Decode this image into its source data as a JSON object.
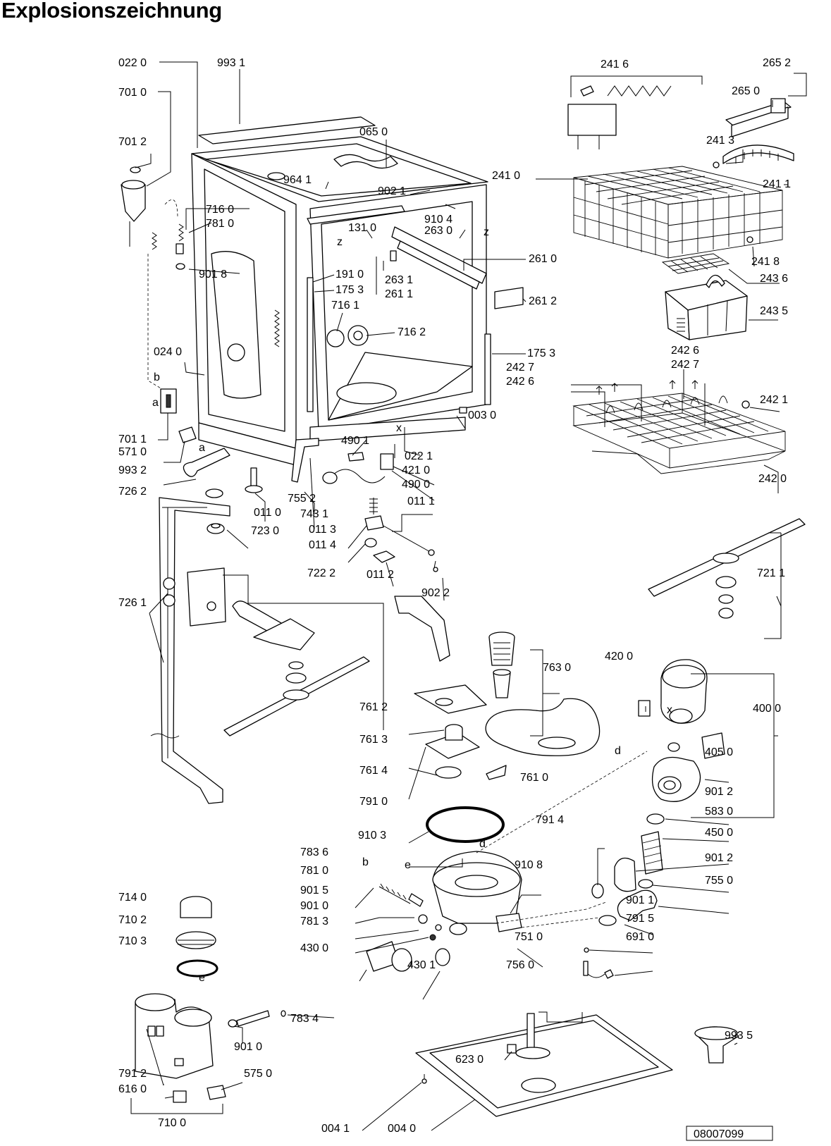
{
  "title": "Explosionszeichnung",
  "doc_number": "08007099",
  "parts": [
    {
      "id": "p1",
      "label": "022 0"
    },
    {
      "id": "p2",
      "label": "993 1"
    },
    {
      "id": "p3",
      "label": "701 0"
    },
    {
      "id": "p4",
      "label": "701 2"
    },
    {
      "id": "p5",
      "label": "065 0"
    },
    {
      "id": "p6",
      "label": "964 1"
    },
    {
      "id": "p7",
      "label": "902 1"
    },
    {
      "id": "p8",
      "label": "716 0"
    },
    {
      "id": "p9",
      "label": "781 0"
    },
    {
      "id": "p10",
      "label": "910 4"
    },
    {
      "id": "p11",
      "label": "131 0"
    },
    {
      "id": "p12",
      "label": "263 0"
    },
    {
      "id": "p13",
      "label": "901 8"
    },
    {
      "id": "p14",
      "label": "191 0"
    },
    {
      "id": "p15",
      "label": "175 3"
    },
    {
      "id": "p16",
      "label": "263 1"
    },
    {
      "id": "p17",
      "label": "261 1"
    },
    {
      "id": "p18",
      "label": "261 0"
    },
    {
      "id": "p19",
      "label": "261 2"
    },
    {
      "id": "p20",
      "label": "716 1"
    },
    {
      "id": "p21",
      "label": "716 2"
    },
    {
      "id": "p22",
      "label": "175 3"
    },
    {
      "id": "p23",
      "label": "024 0"
    },
    {
      "id": "p24",
      "label": "003 0"
    },
    {
      "id": "p25",
      "label": "701 1"
    },
    {
      "id": "p26",
      "label": "571 0"
    },
    {
      "id": "p27",
      "label": "490 1"
    },
    {
      "id": "p28",
      "label": "022 1"
    },
    {
      "id": "p29",
      "label": "993 2"
    },
    {
      "id": "p30",
      "label": "421 0"
    },
    {
      "id": "p31",
      "label": "490 0"
    },
    {
      "id": "p32",
      "label": "726 2"
    },
    {
      "id": "p33",
      "label": "011 0"
    },
    {
      "id": "p34",
      "label": "755 2"
    },
    {
      "id": "p35",
      "label": "011 1"
    },
    {
      "id": "p36",
      "label": "723 0"
    },
    {
      "id": "p37",
      "label": "743 1"
    },
    {
      "id": "p38",
      "label": "011 3"
    },
    {
      "id": "p39",
      "label": "011 4"
    },
    {
      "id": "p40",
      "label": "722 2"
    },
    {
      "id": "p41",
      "label": "011 2"
    },
    {
      "id": "p42",
      "label": "902 2"
    },
    {
      "id": "p43",
      "label": "726 1"
    },
    {
      "id": "p44",
      "label": "241 6"
    },
    {
      "id": "p45",
      "label": "265 2"
    },
    {
      "id": "p46",
      "label": "265 0"
    },
    {
      "id": "p47",
      "label": "241 3"
    },
    {
      "id": "p48",
      "label": "241 0"
    },
    {
      "id": "p49",
      "label": "241 1"
    },
    {
      "id": "p50",
      "label": "241 8"
    },
    {
      "id": "p51",
      "label": "243 6"
    },
    {
      "id": "p52",
      "label": "243 5"
    },
    {
      "id": "p53",
      "label": "242 6"
    },
    {
      "id": "p54",
      "label": "242 7"
    },
    {
      "id": "p55",
      "label": "242 7"
    },
    {
      "id": "p56",
      "label": "242 6"
    },
    {
      "id": "p57",
      "label": "242 1"
    },
    {
      "id": "p58",
      "label": "242 0"
    },
    {
      "id": "p59",
      "label": "721 1"
    },
    {
      "id": "p60",
      "label": "763 0"
    },
    {
      "id": "p61",
      "label": "420 0"
    },
    {
      "id": "p62",
      "label": "761 2"
    },
    {
      "id": "p63",
      "label": "400 0"
    },
    {
      "id": "p64",
      "label": "761 3"
    },
    {
      "id": "p65",
      "label": "405 0"
    },
    {
      "id": "p66",
      "label": "761 4"
    },
    {
      "id": "p67",
      "label": "761 0"
    },
    {
      "id": "p68",
      "label": "901 2"
    },
    {
      "id": "p69",
      "label": "791 0"
    },
    {
      "id": "p70",
      "label": "583 0"
    },
    {
      "id": "p71",
      "label": "791 4"
    },
    {
      "id": "p72",
      "label": "450 0"
    },
    {
      "id": "p73",
      "label": "910 3"
    },
    {
      "id": "p74",
      "label": "901 2"
    },
    {
      "id": "p75",
      "label": "783 6"
    },
    {
      "id": "p76",
      "label": "910 8"
    },
    {
      "id": "p77",
      "label": "781 0"
    },
    {
      "id": "p78",
      "label": "755 0"
    },
    {
      "id": "p79",
      "label": "714 0"
    },
    {
      "id": "p80",
      "label": "901 5"
    },
    {
      "id": "p81",
      "label": "901 1"
    },
    {
      "id": "p82",
      "label": "901 0"
    },
    {
      "id": "p83",
      "label": "791 5"
    },
    {
      "id": "p84",
      "label": "710 2"
    },
    {
      "id": "p85",
      "label": "781 3"
    },
    {
      "id": "p86",
      "label": "751 0"
    },
    {
      "id": "p87",
      "label": "691 0"
    },
    {
      "id": "p88",
      "label": "710 3"
    },
    {
      "id": "p89",
      "label": "430 0"
    },
    {
      "id": "p90",
      "label": "430 1"
    },
    {
      "id": "p91",
      "label": "756 0"
    },
    {
      "id": "p92",
      "label": "783 4"
    },
    {
      "id": "p93",
      "label": "901 0"
    },
    {
      "id": "p94",
      "label": "993 5"
    },
    {
      "id": "p95",
      "label": "623 0"
    },
    {
      "id": "p96",
      "label": "791 2"
    },
    {
      "id": "p97",
      "label": "575 0"
    },
    {
      "id": "p98",
      "label": "616 0"
    },
    {
      "id": "p99",
      "label": "710 0"
    },
    {
      "id": "p100",
      "label": "004 1"
    },
    {
      "id": "p101",
      "label": "004 0"
    }
  ],
  "markers": [
    {
      "id": "m1",
      "text": "z"
    },
    {
      "id": "m2",
      "text": "z"
    },
    {
      "id": "m3",
      "text": "x"
    },
    {
      "id": "m4",
      "text": "x"
    },
    {
      "id": "m5",
      "text": "b"
    },
    {
      "id": "m6",
      "text": "a"
    },
    {
      "id": "m7",
      "text": "a"
    },
    {
      "id": "m8",
      "text": "d"
    },
    {
      "id": "m9",
      "text": "d"
    },
    {
      "id": "m10",
      "text": "b"
    },
    {
      "id": "m11",
      "text": "e"
    },
    {
      "id": "m12",
      "text": "e"
    }
  ]
}
